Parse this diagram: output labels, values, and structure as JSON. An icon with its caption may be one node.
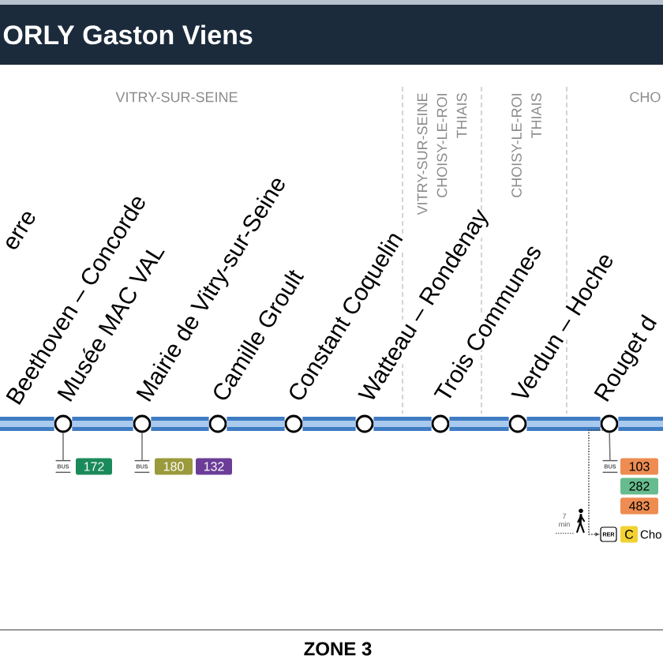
{
  "diagram": {
    "title": "ORLY Gaston Viens",
    "nodes": [
      {
        "text": [],
        "shape": "circle"
      },
      {
        "text": [],
        "shape": "circle"
      },
      {
        "text": [],
        "shape": "circle"
      },
      {
        "text": [],
        "shape": "circle"
      },
      {
        "text": [],
        "shape": "circle"
      },
      {
        "text": [],
        "shape": "circle"
      },
      {
        "text": [],
        "shape": "circle"
      },
      {
        "text": [],
        "shape": "circle"
      },
      {
        "text": [
          "BUS"
        ]
      },
      {
        "text": [
          "172"
        ]
      },
      {
        "text": [
          "BUS"
        ]
      },
      {
        "text": [
          "180"
        ]
      },
      {
        "text": [
          "132"
        ]
      },
      {
        "text": [
          "BUS"
        ]
      },
      {
        "text": [
          "103"
        ]
      },
      {
        "text": [
          "282"
        ]
      },
      {
        "text": [
          "483"
        ]
      },
      {
        "text": [
          "RER"
        ]
      },
      {
        "text": [
          "C"
        ],
        "beside": [
          "Cho"
        ]
      }
    ],
    "edges": [
      {
        "from": null,
        "to": 0,
        "arrow": "none"
      },
      {
        "from": 0,
        "to": 1,
        "arrow": "none"
      },
      {
        "from": 1,
        "to": 2,
        "arrow": "none"
      },
      {
        "from": 2,
        "to": 3,
        "arrow": "none"
      },
      {
        "from": 3,
        "to": 4,
        "arrow": "none"
      },
      {
        "from": 4,
        "to": 5,
        "arrow": "none"
      },
      {
        "from": 5,
        "to": 6,
        "arrow": "none"
      },
      {
        "from": 6,
        "to": 7,
        "arrow": "none"
      },
      {
        "from": 7,
        "to": null,
        "arrow": "none"
      },
      {
        "from": 0,
        "to": 8,
        "arrow": "none",
        "color": "#707070"
      },
      {
        "from": 1,
        "to": 10,
        "arrow": "none",
        "color": "#707070"
      },
      {
        "from": 7,
        "to": 13,
        "arrow": "none",
        "color": "#707070"
      },
      {
        "from": 7,
        "to": 17,
        "arrow": "to",
        "style": "dashed",
        "color": "#404040",
        "label": "7 min"
      }
    ],
    "labels": [
      "VITRY-SUR-SEINE",
      "VITRY-SUR-SEINE CHOISY-LE-ROI THIAIS",
      "CHOISY-LE-ROI THIAIS",
      "CHO",
      "erre",
      "Beethoven – Concorde",
      "Musée MAC VAL",
      "Mairie de Vitry-sur-Seine",
      "Camille Groult",
      "Constant Coquelin",
      "Watteau – Rondenay",
      "Trois Communes",
      "Verdun – Hoche",
      "Rouget d",
      "ZONE 3"
    ]
  }
}
